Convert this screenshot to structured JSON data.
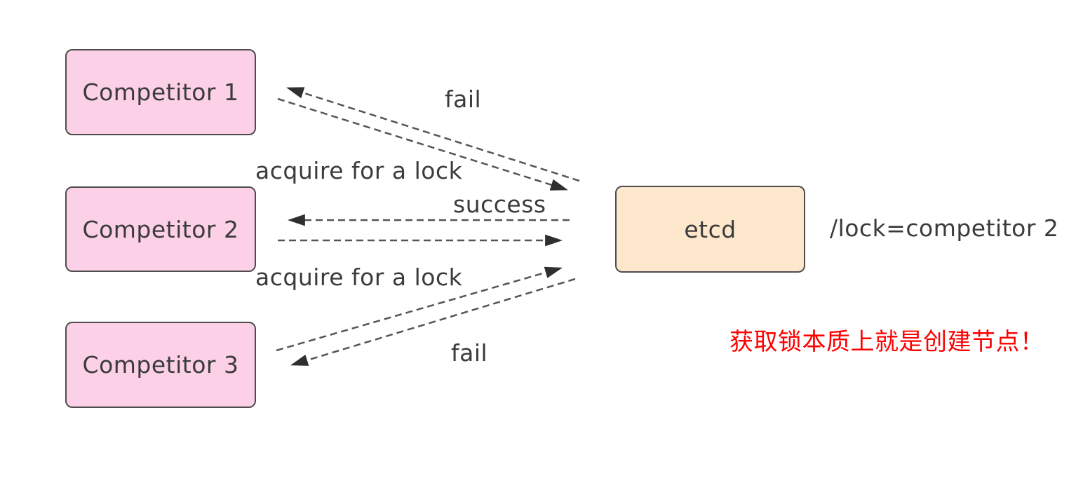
{
  "diagram": {
    "nodes": {
      "competitor1": {
        "label": "Competitor 1"
      },
      "competitor2": {
        "label": "Competitor 2"
      },
      "competitor3": {
        "label": "Competitor 3"
      },
      "etcd": {
        "label": "etcd"
      }
    },
    "edge_labels": {
      "fail_top": "fail",
      "acquire_top": "acquire for a lock",
      "success": "success",
      "acquire_bottom": "acquire for a lock",
      "fail_bottom": "fail"
    },
    "edges": [
      {
        "from": "competitor1",
        "to": "etcd",
        "style": "dashed"
      },
      {
        "from": "etcd",
        "to": "competitor1",
        "style": "dashed"
      },
      {
        "from": "competitor2",
        "to": "etcd",
        "style": "dashed"
      },
      {
        "from": "etcd",
        "to": "competitor2",
        "style": "dashed"
      },
      {
        "from": "competitor3",
        "to": "etcd",
        "style": "dashed"
      },
      {
        "from": "etcd",
        "to": "competitor3",
        "style": "dashed"
      }
    ],
    "annotations": {
      "lock_value": "/lock=competitor 2",
      "note": "获取锁本质上就是创建节点！"
    },
    "colors": {
      "competitor_fill": "#fcd0e6",
      "etcd_fill": "#fde7cd",
      "border": "#4d4d4d",
      "arrow": "#555555",
      "arrowhead": "#2f2f2f",
      "text": "#3b3b3b",
      "note_red": "#fe0000",
      "background": "#ffffff"
    }
  }
}
